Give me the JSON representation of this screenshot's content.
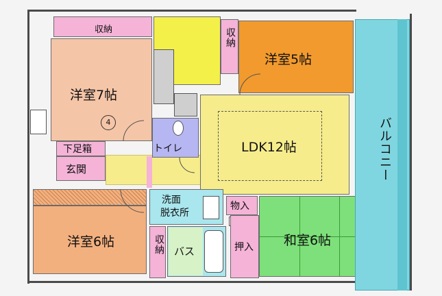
{
  "rooms": {
    "western_7": "洋室7帖",
    "western_5": "洋室5帖",
    "ldk": "LDK12帖",
    "western_6": "洋室6帖",
    "japanese_6": "和室6帖",
    "balcony": "バルコニー",
    "entrance": "玄関",
    "shoe_box": "下足箱",
    "toilet": "トイレ",
    "washroom_1": "洗面",
    "washroom_2": "脱衣所",
    "bath": "バス",
    "storage_top": "収納",
    "storage_right": "収納",
    "storage_bottom": "収納",
    "closet_1": "物入",
    "closet_2": "押入"
  },
  "marks": {
    "room_number": "4"
  },
  "colors": {
    "western_7": "#f5c5a7",
    "western_5": "#f29a2e",
    "ldk": "#f6ec8c",
    "western_6": "#f3b07f",
    "japanese_6": "#7ee07a",
    "balcony": "#7fd6e0",
    "pink": "#f4b3d7",
    "wet": "#a9e6ee",
    "toilet": "#b6b6f2",
    "stair_yellow": "#f3f04a",
    "kitchen_grey": "#cfcfcf"
  }
}
